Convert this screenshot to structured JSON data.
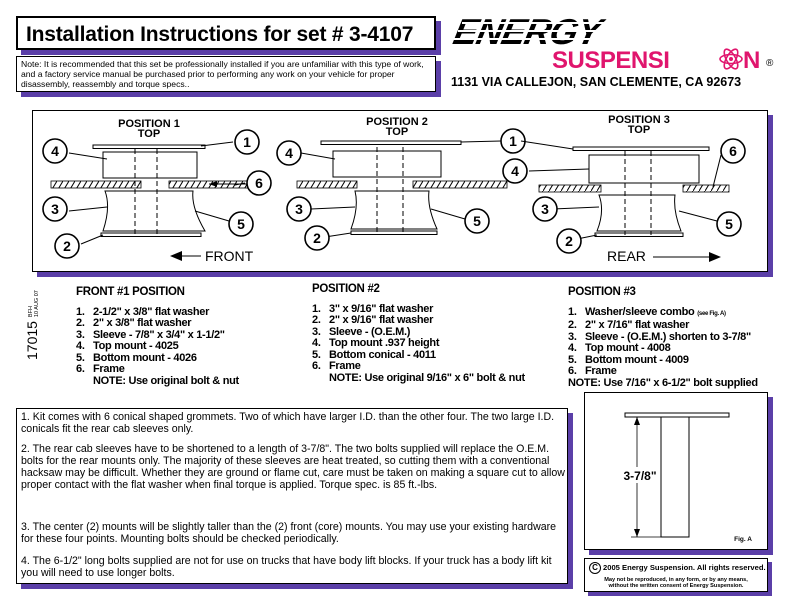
{
  "title": "Installation Instructions for set # 3-4107",
  "note": "Note:  It is recommended  that this set be professionally installed if you are unfamiliar with this type of work, and a  factory service manual be purchased prior to performing any work on your vehicle for proper disassembly, reassembly and torque specs..",
  "logo": {
    "line1": "ENERGY",
    "line2": "SUSPENSI",
    "line2_end": "N",
    "registered": "®",
    "accent_color": "#e0156d"
  },
  "address": "1131 VIA CALLEJON, SAN CLEMENTE, CA  92673",
  "diagram": {
    "positions": [
      {
        "title": "POSITION 1",
        "subtitle": "TOP"
      },
      {
        "title": "POSITION 2",
        "subtitle": "TOP"
      },
      {
        "title": "POSITION 3",
        "subtitle": "TOP"
      }
    ],
    "front_label": "FRONT",
    "rear_label": "REAR",
    "callouts": [
      "1",
      "2",
      "3",
      "4",
      "5",
      "6"
    ]
  },
  "position_lists": [
    {
      "header": "FRONT #1 POSITION",
      "items": [
        {
          "num": "1.",
          "text": "2-1/2\" x 3/8\" flat washer"
        },
        {
          "num": "2.",
          "text": "2\" x 3/8\" flat washer"
        },
        {
          "num": "3.",
          "text": "Sleeve - 7/8\" x 3/4\" x 1-1/2\""
        },
        {
          "num": "4.",
          "text": "Top mount - 4025"
        },
        {
          "num": "5.",
          "text": "Bottom mount - 4026"
        },
        {
          "num": "6.",
          "text": "Frame"
        }
      ],
      "note": "NOTE: Use original bolt & nut"
    },
    {
      "header": "POSITION #2",
      "items": [
        {
          "num": "1.",
          "text": "3\" x 9/16\" flat washer"
        },
        {
          "num": "2.",
          "text": "2\" x 9/16\" flat washer"
        },
        {
          "num": "3.",
          "text": "Sleeve - (O.E.M.)"
        },
        {
          "num": "4.",
          "text": "Top mount .937 height"
        },
        {
          "num": "5.",
          "text": "Bottom conical - 4011"
        },
        {
          "num": "6.",
          "text": "Frame"
        }
      ],
      "note": "NOTE: Use original 9/16\" x 6\" bolt & nut"
    },
    {
      "header": "POSITION #3",
      "items": [
        {
          "num": "1.",
          "text": "Washer/sleeve combo",
          "suffix": "(see Fig. A)"
        },
        {
          "num": "2.",
          "text": "2\" x 7/16\" flat washer"
        },
        {
          "num": "3.",
          "text": "Sleeve - (O.E.M.) shorten to 3-7/8\""
        },
        {
          "num": "4.",
          "text": "Top mount - 4008"
        },
        {
          "num": "5.",
          "text": "Bottom mount - 4009"
        },
        {
          "num": "6.",
          "text": "Frame"
        }
      ],
      "note": "NOTE: Use 7/16\" x 6-1/2\" bolt supplied"
    }
  ],
  "side_code": {
    "number": "17015",
    "date": "10 AUG 07",
    "initials": "BFH"
  },
  "instructions": [
    "1.  Kit comes with 6 conical shaped grommets. Two of which have larger I.D. than the other four. The two large I.D. conicals fit the rear cab sleeves only.",
    "2.  The rear cab sleeves have to be shortened to a length of 3-7/8\". The two bolts supplied will replace the O.E.M. bolts for the rear mounts only. The majority of these sleeves are heat treated, so cutting them with a conventional hacksaw may be difficult. Whether they are ground or flame cut, care must be taken on making a square cut to allow proper contact with the flat washer when final torque is applied. Torque spec. is 85 ft.-lbs.",
    "3.  The center (2) mounts will be slightly taller than the (2) front (core) mounts.  You may use your existing hardware for these four points. Mounting bolts should be checked periodically.",
    "4.  The 6-1/2\" long bolts supplied are not for use on trucks that have body lift blocks. If your truck has a body lift kit you will need to use longer bolts."
  ],
  "figure_a": {
    "dimension": "3-7/8\"",
    "label": "Fig. A"
  },
  "copyright": {
    "symbol": "C",
    "line1": "2005 Energy Suspension. All rights reserved.",
    "line2": "May not be reproduced, in any form, or by any means,",
    "line3": "without the written consent of Energy Suspension."
  },
  "colors": {
    "shadow": "#5b3fa8",
    "logo_accent": "#e0156d"
  }
}
